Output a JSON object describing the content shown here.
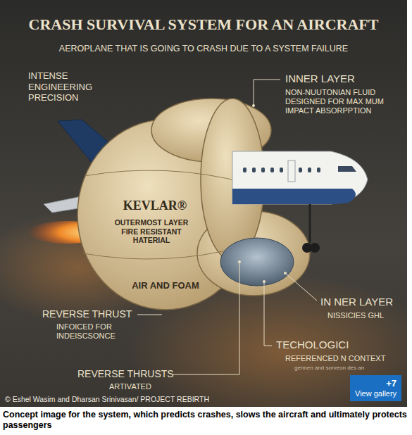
{
  "diagram": {
    "title": "CRASH SURVIVAL SYSTEM FOR AN AIRCRAFT",
    "caption": "Concept image for the system, which predicts crashes, slows the aircraft and ultimately protects passengers",
    "nodes": [
      {
        "text": [
          "+7",
          "View gallery"
        ]
      }
    ],
    "labels": [
      "AEROPLANE THAT IS GOING TO CRASH DUE TO A SYSTEM FAILURE",
      "INTENSE ENGINEERING PRECISION",
      "INNER LAYER",
      "NON-NUUTONIAN FLUID DESIGNED FOR MAX MUM IMPACT ABSORPPTION",
      "KEVLAR®",
      "OUTERMOST LAYER FIRE RESISTANT HATERIAL",
      "AIR AND FOAM",
      "REVERSE THRUST",
      "INFOICED FOR INDEISCSONCE",
      "IN NER LAYER",
      "NISSICIES GHL",
      "TECHOLOGICI",
      "REFERENCED N CONTEXT",
      "gennen and sorveon des an",
      "REVERSE THRUSTS",
      "ARTIVATED",
      "© Eshel Wasim and Dharsan Srinivasan/ PROJECT REBIRTH"
    ]
  }
}
